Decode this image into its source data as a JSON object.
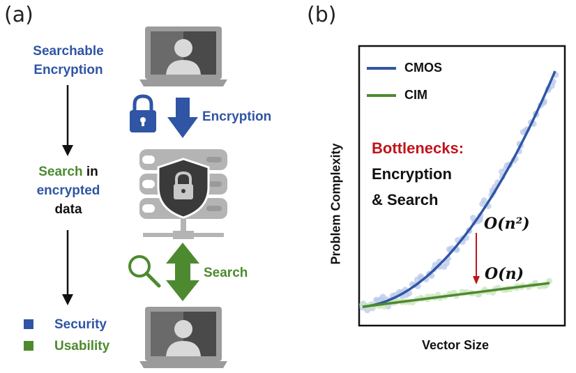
{
  "panel_a": {
    "label": "(a)",
    "title_line1": "Searchable",
    "title_line2": "Encryption",
    "encryption_label": "Encryption",
    "search_label": "Search",
    "search_in_part1": "Search",
    "search_in_part2": " in",
    "encrypted_word": "encrypted",
    "data_word": "data",
    "security_label": "Security",
    "usability_label": "Usability",
    "colors": {
      "blue": "#2f55a4",
      "green": "#4d8a2f"
    },
    "icons": [
      "laptop-icon",
      "lock-icon",
      "down-arrow-icon",
      "server-icon",
      "shield-lock-icon",
      "magnifier-icon",
      "double-arrow-icon"
    ]
  },
  "panel_b": {
    "label": "(b)",
    "legend": [
      {
        "name": "CMOS",
        "color": "#2f55a4"
      },
      {
        "name": "CIM",
        "color": "#4d8a2f"
      }
    ],
    "bottleneck_title": "Bottlenecks:",
    "bottleneck_line2": "Encryption",
    "bottleneck_line3": "& Search",
    "complexity_high": "O(n²)",
    "complexity_low": "O(n)",
    "ylabel": "Problem Complexity",
    "xlabel": "Vector Size"
  },
  "chart_data": {
    "type": "line",
    "xlabel": "Vector Size",
    "ylabel": "Problem Complexity",
    "series": [
      {
        "name": "CMOS",
        "trend": "quadratic",
        "color": "#2f55a4"
      },
      {
        "name": "CIM",
        "trend": "linear",
        "color": "#4d8a2f"
      }
    ],
    "annotations": [
      "O(n²)",
      "O(n)",
      "Bottlenecks:",
      "Encryption",
      "& Search"
    ],
    "grid": false,
    "legend_position": "top-left"
  }
}
